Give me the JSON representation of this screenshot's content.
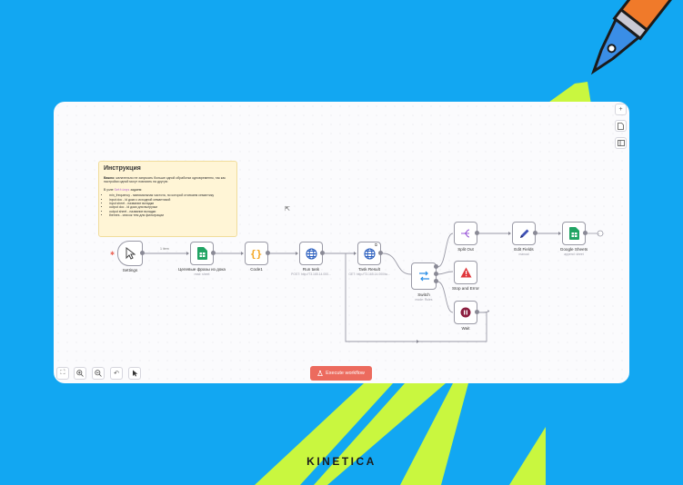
{
  "note": {
    "title": "Инструкция",
    "warn_label": "Важно:",
    "warn_text": " желательно не запускать больше одной обработки одновременно, так как настройки одной могут повлиять на другую",
    "settings_pre": "В узле ",
    "settings_code": "Settings",
    "settings_post": " задаем:",
    "items": [
      "min_frequency - минимальная частота, по которой отсекаем семантику",
      "input doc - id доки с исходной семантикой",
      "input sheet - название вкладки",
      "output doc - id доки для выгрузки",
      "output sheet - название вкладки",
      "themes - список тем для фильтрации"
    ]
  },
  "nodes": {
    "settings": {
      "label": "Settings"
    },
    "sheets_in": {
      "label": "Целевые фразы из дока",
      "sub": "read: sheet"
    },
    "code": {
      "label": "Code1"
    },
    "run_task": {
      "label": "Run task",
      "sub": "POST: http://73.165.14.000..."
    },
    "task_result": {
      "label": "Task Result",
      "sub": "GET: http://73.165.14.000/ta..."
    },
    "switch": {
      "label": "Switch",
      "sub": "mode: Rules"
    },
    "split_out": {
      "label": "Split Out"
    },
    "stop_error": {
      "label": "Stop and Error"
    },
    "wait": {
      "label": "Wait"
    },
    "edit_fields": {
      "label": "Edit Fields",
      "sub": "manual"
    },
    "google_sheets": {
      "label": "Google Sheets",
      "sub": "append: sheet"
    }
  },
  "edge_label": "1 item",
  "toolbar": {
    "execute_label": "Execute workflow"
  },
  "icons": {
    "zoom_fit": "fit-icon",
    "zoom_in": "zoom-in-icon",
    "zoom_out": "zoom-out-icon",
    "undo": "undo-icon",
    "select": "pointer-icon",
    "add": "plus-icon",
    "sticky": "sticky-note-icon",
    "panel": "panel-icon"
  },
  "colors": {
    "background": "#12a7f2",
    "stripe": "#c9f73f",
    "execute": "#ec6b5e",
    "note": "#fff5d6"
  },
  "brand": "KINETICA"
}
